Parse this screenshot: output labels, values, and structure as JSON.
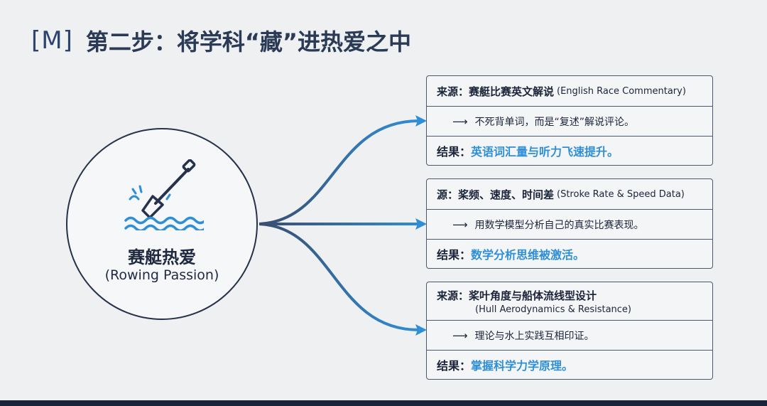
{
  "header": {
    "logo": "[M]",
    "title": "第二步：将学科“藏”进热爱之中"
  },
  "hub": {
    "icon": "rowing-oar-icon",
    "title": "赛艇热爱",
    "subtitle": "(Rowing Passion)"
  },
  "cards": [
    {
      "head_label": "来源：赛艇比赛英文解说",
      "head_en": "(English Race Commentary)",
      "arrow": "⟶",
      "detail": "不死背单词，而是“复述”解说评论。",
      "result_label": "结果：",
      "result_value": "英语词汇量与听力飞速提升。"
    },
    {
      "head_label": "源：桨频、速度、时间差",
      "head_en": "(Stroke Rate & Speed Data)",
      "arrow": "⟶",
      "detail": "用数学模型分析自己的真实比赛表现。",
      "result_label": "结果：",
      "result_value": "数学分析思维被激活。"
    },
    {
      "head_label": "来源：桨叶角度与船体流线型设计",
      "head_en": "(Hull Aerodynamics & Resistance)",
      "arrow": "⟶",
      "detail": "理论与水上实践互相印证。",
      "result_label": "结果：",
      "result_value": "掌握科学力学原理。"
    }
  ],
  "colors": {
    "accent": "#2f8fd6",
    "navy": "#1f2e4a",
    "background": "#eef0f2"
  }
}
